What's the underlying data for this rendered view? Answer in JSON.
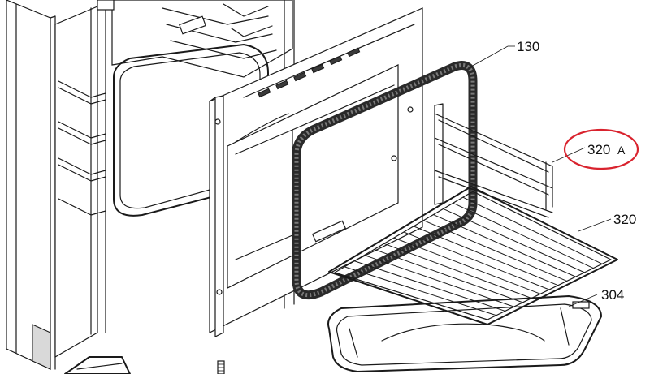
{
  "diagram": {
    "labels": {
      "gasket": "130",
      "side_rails_main": "320",
      "side_rails_suffix": "A",
      "wire_rack": "320",
      "baking_tray": "304"
    },
    "highlight_color": "#d9232e"
  }
}
